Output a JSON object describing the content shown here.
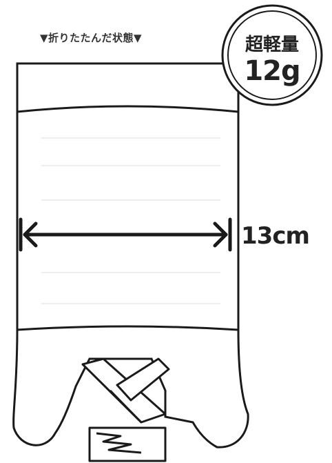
{
  "caption": "▼折りたたんだ状態▼",
  "badge": {
    "line1": "超軽量",
    "line2": "12g"
  },
  "dimension": {
    "label": "13cm"
  },
  "colors": {
    "ink": "#1a1a1a",
    "fill": "#ffffff",
    "texture": "#eeeeee"
  }
}
